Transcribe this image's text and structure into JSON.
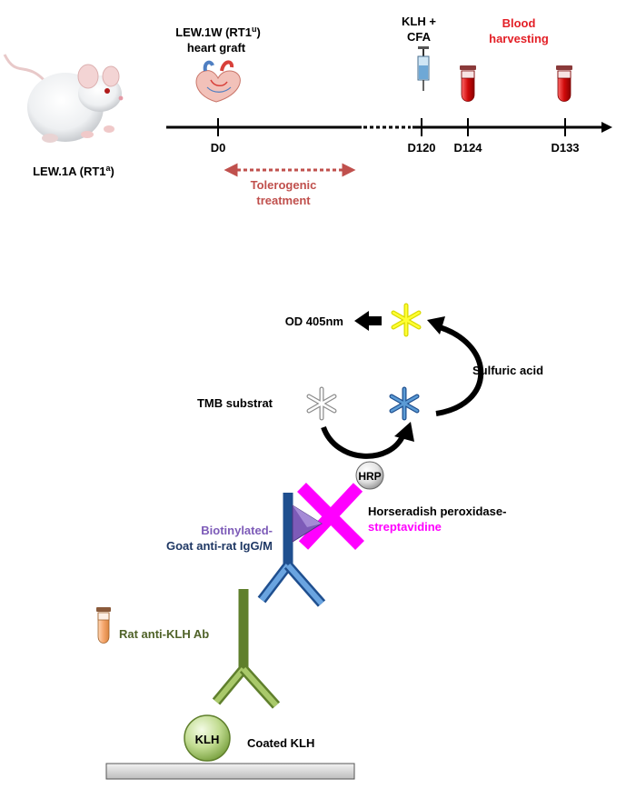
{
  "timeline": {
    "rat_label": "LEW.1A (RT1",
    "rat_label_sup": "a",
    "rat_label_end": ")",
    "graft_line1": "LEW.1W (RT1",
    "graft_line1_sup": "u",
    "graft_line1_end": ")",
    "graft_line2": "heart graft",
    "klh_line1": "KLH +",
    "klh_line2": "CFA",
    "blood_line1": "Blood",
    "blood_line2": "harvesting",
    "days": [
      "D0",
      "D120",
      "D124",
      "D133"
    ],
    "treatment_line1": "Tolerogenic",
    "treatment_line2": "treatment"
  },
  "assay": {
    "od_label": "OD 405nm",
    "sulfuric_label": "Sulfuric acid",
    "tmb_label": "TMB substrat",
    "hrp_label": "HRP",
    "hrp_line1": "Horseradish peroxidase-",
    "hrp_line2": "streptavidine",
    "secondary_line1": "Biotinylated-",
    "secondary_line2": "Goat anti-rat IgG/M",
    "primary_label": "Rat anti-KLH Ab",
    "klh_label": "KLH",
    "coated_label": "Coated KLH"
  },
  "colors": {
    "red": "#e31f26",
    "tolerogenic": "#c0504d",
    "magenta": "#ff00ff",
    "blue_ab": "#4a86c8",
    "green_ab": "#8aad4a",
    "olive_text": "#4f6228",
    "navy_text": "#1f3864",
    "purple": "#7d5bb8",
    "yellow_star": "#f3f300"
  }
}
